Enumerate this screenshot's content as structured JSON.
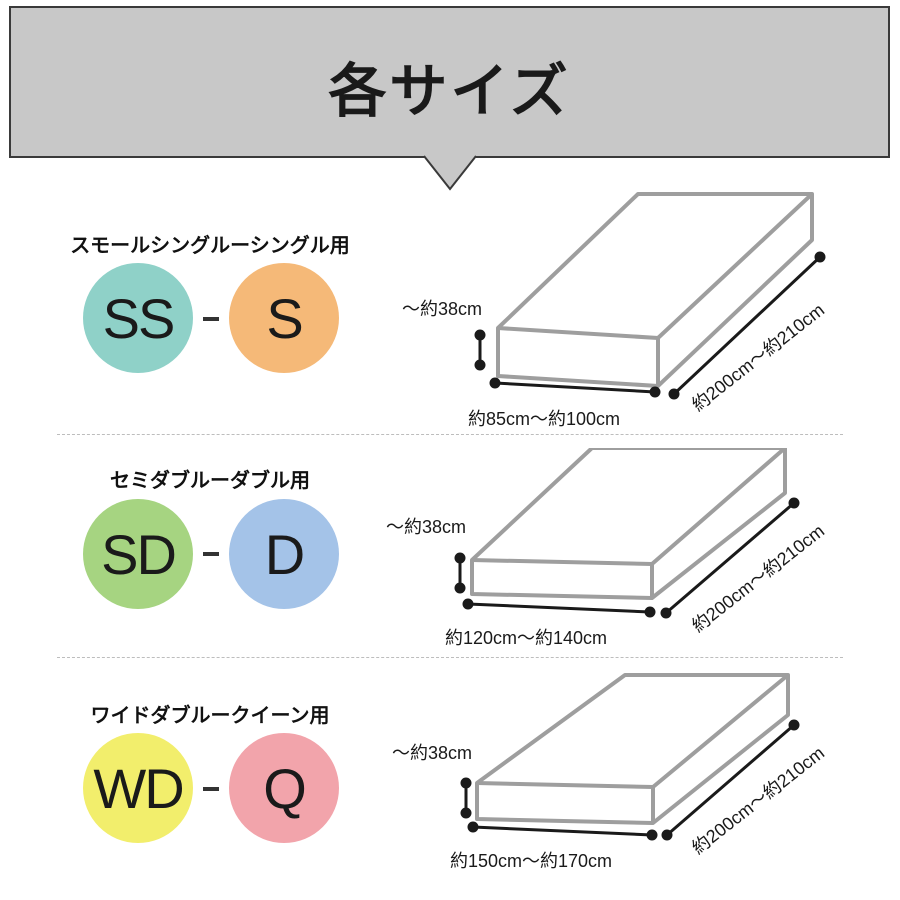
{
  "banner": {
    "title": "各サイズ"
  },
  "colors": {
    "banner_bg": "#c8c8c8",
    "ss": "#8fd1c8",
    "s": "#f5b978",
    "sd": "#a6d481",
    "d": "#a4c3e8",
    "wd": "#f2ee6c",
    "q": "#f2a4ab"
  },
  "sections": [
    {
      "label": "スモールシングルーシングル用",
      "left_code": "SS",
      "right_code": "S",
      "height": "～約38cm",
      "width": "約85cm～約100cm",
      "length": "約200cm～約210cm"
    },
    {
      "label": "セミダブルーダブル用",
      "left_code": "SD",
      "right_code": "D",
      "height": "～約38cm",
      "width": "約120cm～約140cm",
      "length": "約200cm～約210cm"
    },
    {
      "label": "ワイドダブルークイーン用",
      "left_code": "WD",
      "right_code": "Q",
      "height": "～約38cm",
      "width": "約150cm～約170cm",
      "length": "約200cm～約210cm"
    }
  ]
}
